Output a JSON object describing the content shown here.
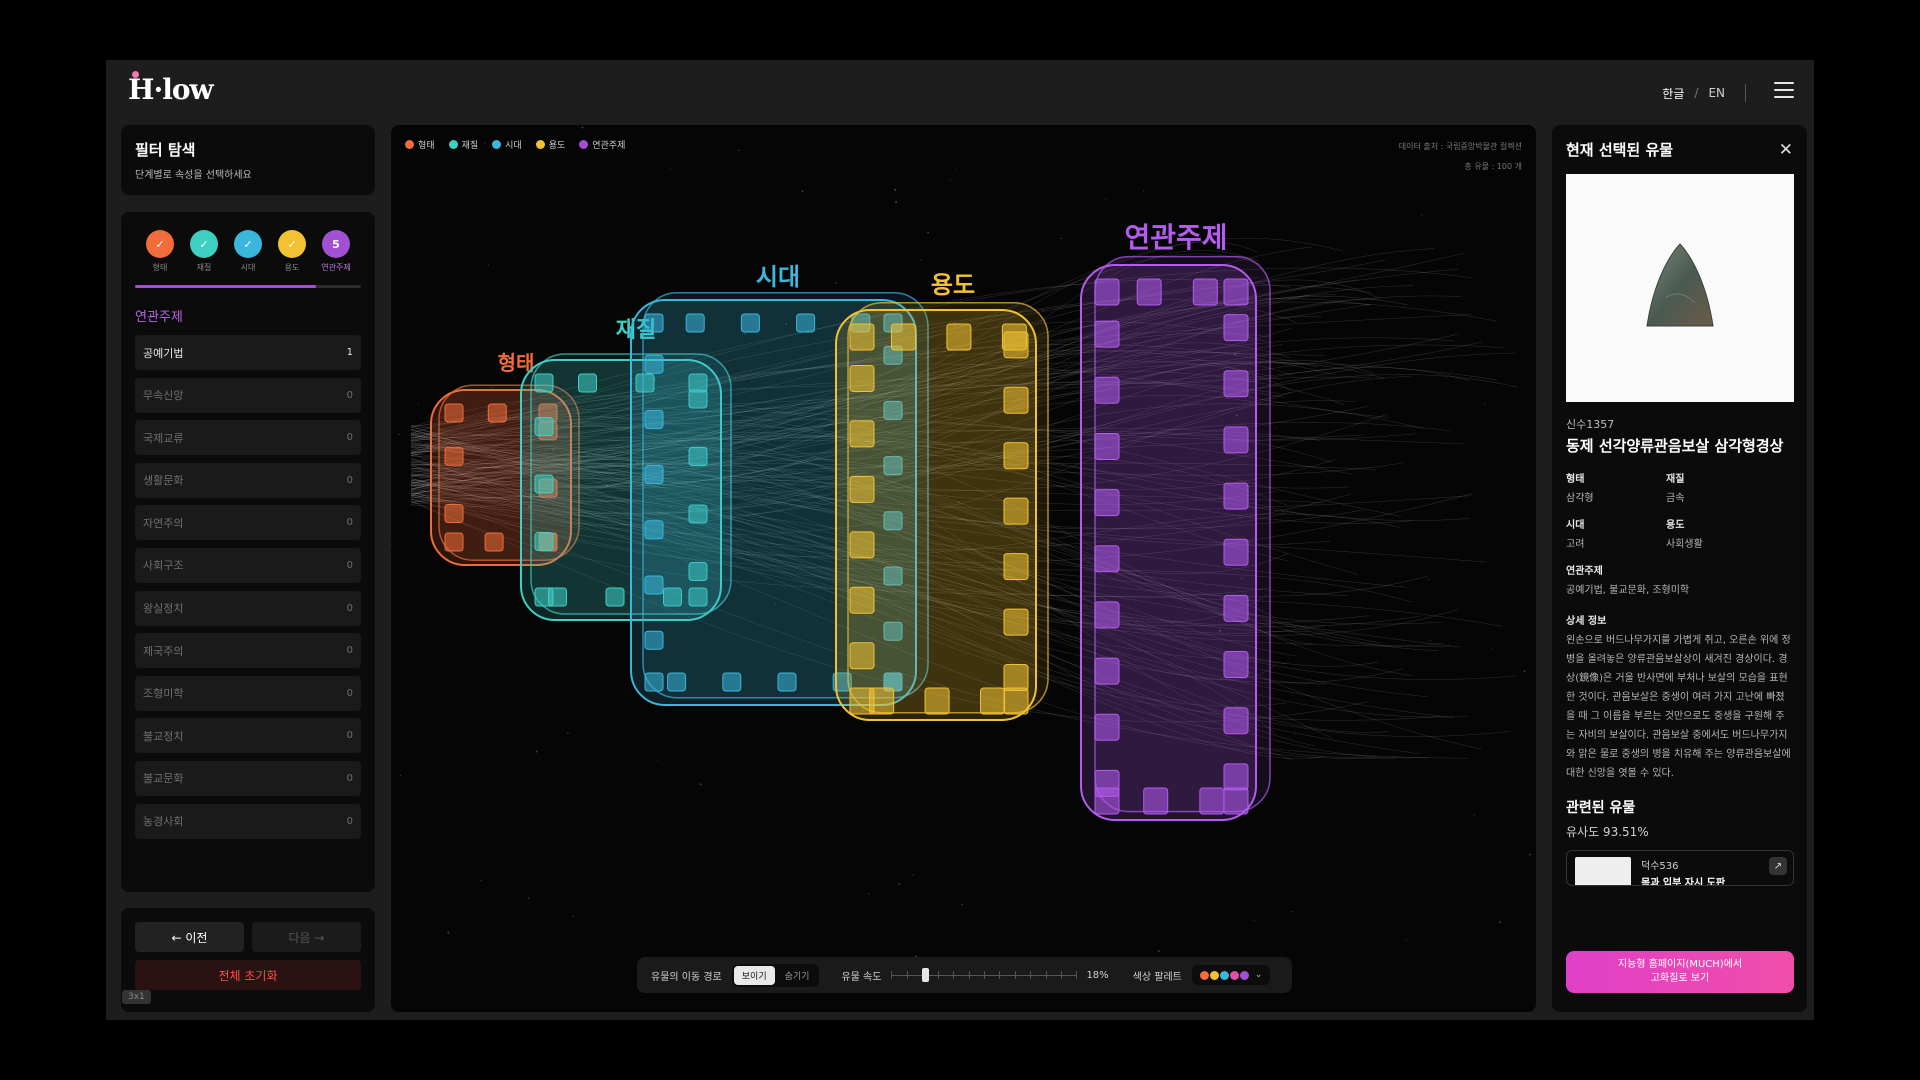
{
  "header": {
    "logo": "H·low",
    "lang_ko": "한글",
    "lang_sep": "/",
    "lang_en": "EN"
  },
  "filter": {
    "title": "필터 탐색",
    "subtitle": "단계별로 속성을 선택하세요",
    "steps": [
      {
        "label": "형태",
        "mark": "✓",
        "color": "#f26b3a"
      },
      {
        "label": "재질",
        "mark": "✓",
        "color": "#3fd0c4"
      },
      {
        "label": "시대",
        "mark": "✓",
        "color": "#3bb6dc"
      },
      {
        "label": "용도",
        "mark": "✓",
        "color": "#f3c233"
      },
      {
        "label": "연관주제",
        "mark": "5",
        "color": "#a24fd2"
      }
    ],
    "progress": 0.8,
    "section_title": "연관주제",
    "items": [
      {
        "label": "공예기법",
        "count": "1"
      },
      {
        "label": "무속신앙",
        "count": "0"
      },
      {
        "label": "국제교류",
        "count": "0"
      },
      {
        "label": "생활문화",
        "count": "0"
      },
      {
        "label": "자연주의",
        "count": "0"
      },
      {
        "label": "사회구조",
        "count": "0"
      },
      {
        "label": "왕실정치",
        "count": "0"
      },
      {
        "label": "제국주의",
        "count": "0"
      },
      {
        "label": "조형미학",
        "count": "0"
      },
      {
        "label": "불교정치",
        "count": "0"
      },
      {
        "label": "불교문화",
        "count": "0"
      },
      {
        "label": "농경사회",
        "count": "0"
      }
    ],
    "prev_label": "← 이전",
    "next_label": "다음 →",
    "reset_label": "전체 초기화",
    "tag": "3x1"
  },
  "viz": {
    "legend": [
      {
        "label": "형태",
        "color": "#f26b3a"
      },
      {
        "label": "재질",
        "color": "#3fd0c4"
      },
      {
        "label": "시대",
        "color": "#3bb6dc"
      },
      {
        "label": "용도",
        "color": "#f3c233"
      },
      {
        "label": "연관주제",
        "color": "#a24fd2"
      }
    ],
    "source": "데이터 출처 : 국립중앙박물관 컬렉션",
    "total": "총 유물 : 100 개",
    "layers": [
      {
        "label": "형태",
        "color": "#f26b3a"
      },
      {
        "label": "재질",
        "color": "#3fd0c4"
      },
      {
        "label": "시대",
        "color": "#3bb6dc"
      },
      {
        "label": "용도",
        "color": "#f3c233"
      },
      {
        "label": "연관주제",
        "color": "#b45bf0"
      }
    ],
    "controls": {
      "path_label": "유물의 이동 경로",
      "show": "보이기",
      "hide": "숨기기",
      "speed_label": "유물 속도",
      "speed_value": "18%",
      "speed_fraction": 0.18,
      "palette_label": "색상 팔레트",
      "palette_colors": [
        "#f26b3a",
        "#f3c233",
        "#3bb6dc",
        "#e04fa0",
        "#a24fd2"
      ]
    }
  },
  "detail": {
    "title": "현재 선택된 유물",
    "code": "신수1357",
    "name": "동제 선각양류관음보살 삼각형경상",
    "shape_k": "형태",
    "shape_v": "삼각형",
    "material_k": "재질",
    "material_v": "금속",
    "era_k": "시대",
    "era_v": "고려",
    "use_k": "용도",
    "use_v": "사회생활",
    "theme_k": "연관주제",
    "theme_v": "공예기법, 불교문화, 조형미학",
    "info_k": "상세 정보",
    "info_v": "왼손으로 버드나무가지를 가볍게 쥐고, 오른손 위에 정병을 올려놓은 양류관음보살상이 새겨진 경상이다. 경상(鏡像)은 거울 반사면에 부처나 보살의 모습을 표현한 것이다. 관음보살은 중생이 여러 가지 고난에 빠졌을 때 그 이름을 부르는 것만으로도 중생을 구원해 주는 자비의 보살이다. 관음보살 중에서도 버드나무가지와 맑은 물로 중생의 병을 치유해 주는 양류관음보살에 대한 신앙을 엿볼 수 있다.",
    "related_title": "관련된 유물",
    "similarity": "유사도 93.51%",
    "rel_code": "덕수536",
    "rel_name": "목과 입부 자시 도판",
    "hires": "지능형 홈페이지(MUCH)에서",
    "hires2": "고화질로 보기"
  }
}
